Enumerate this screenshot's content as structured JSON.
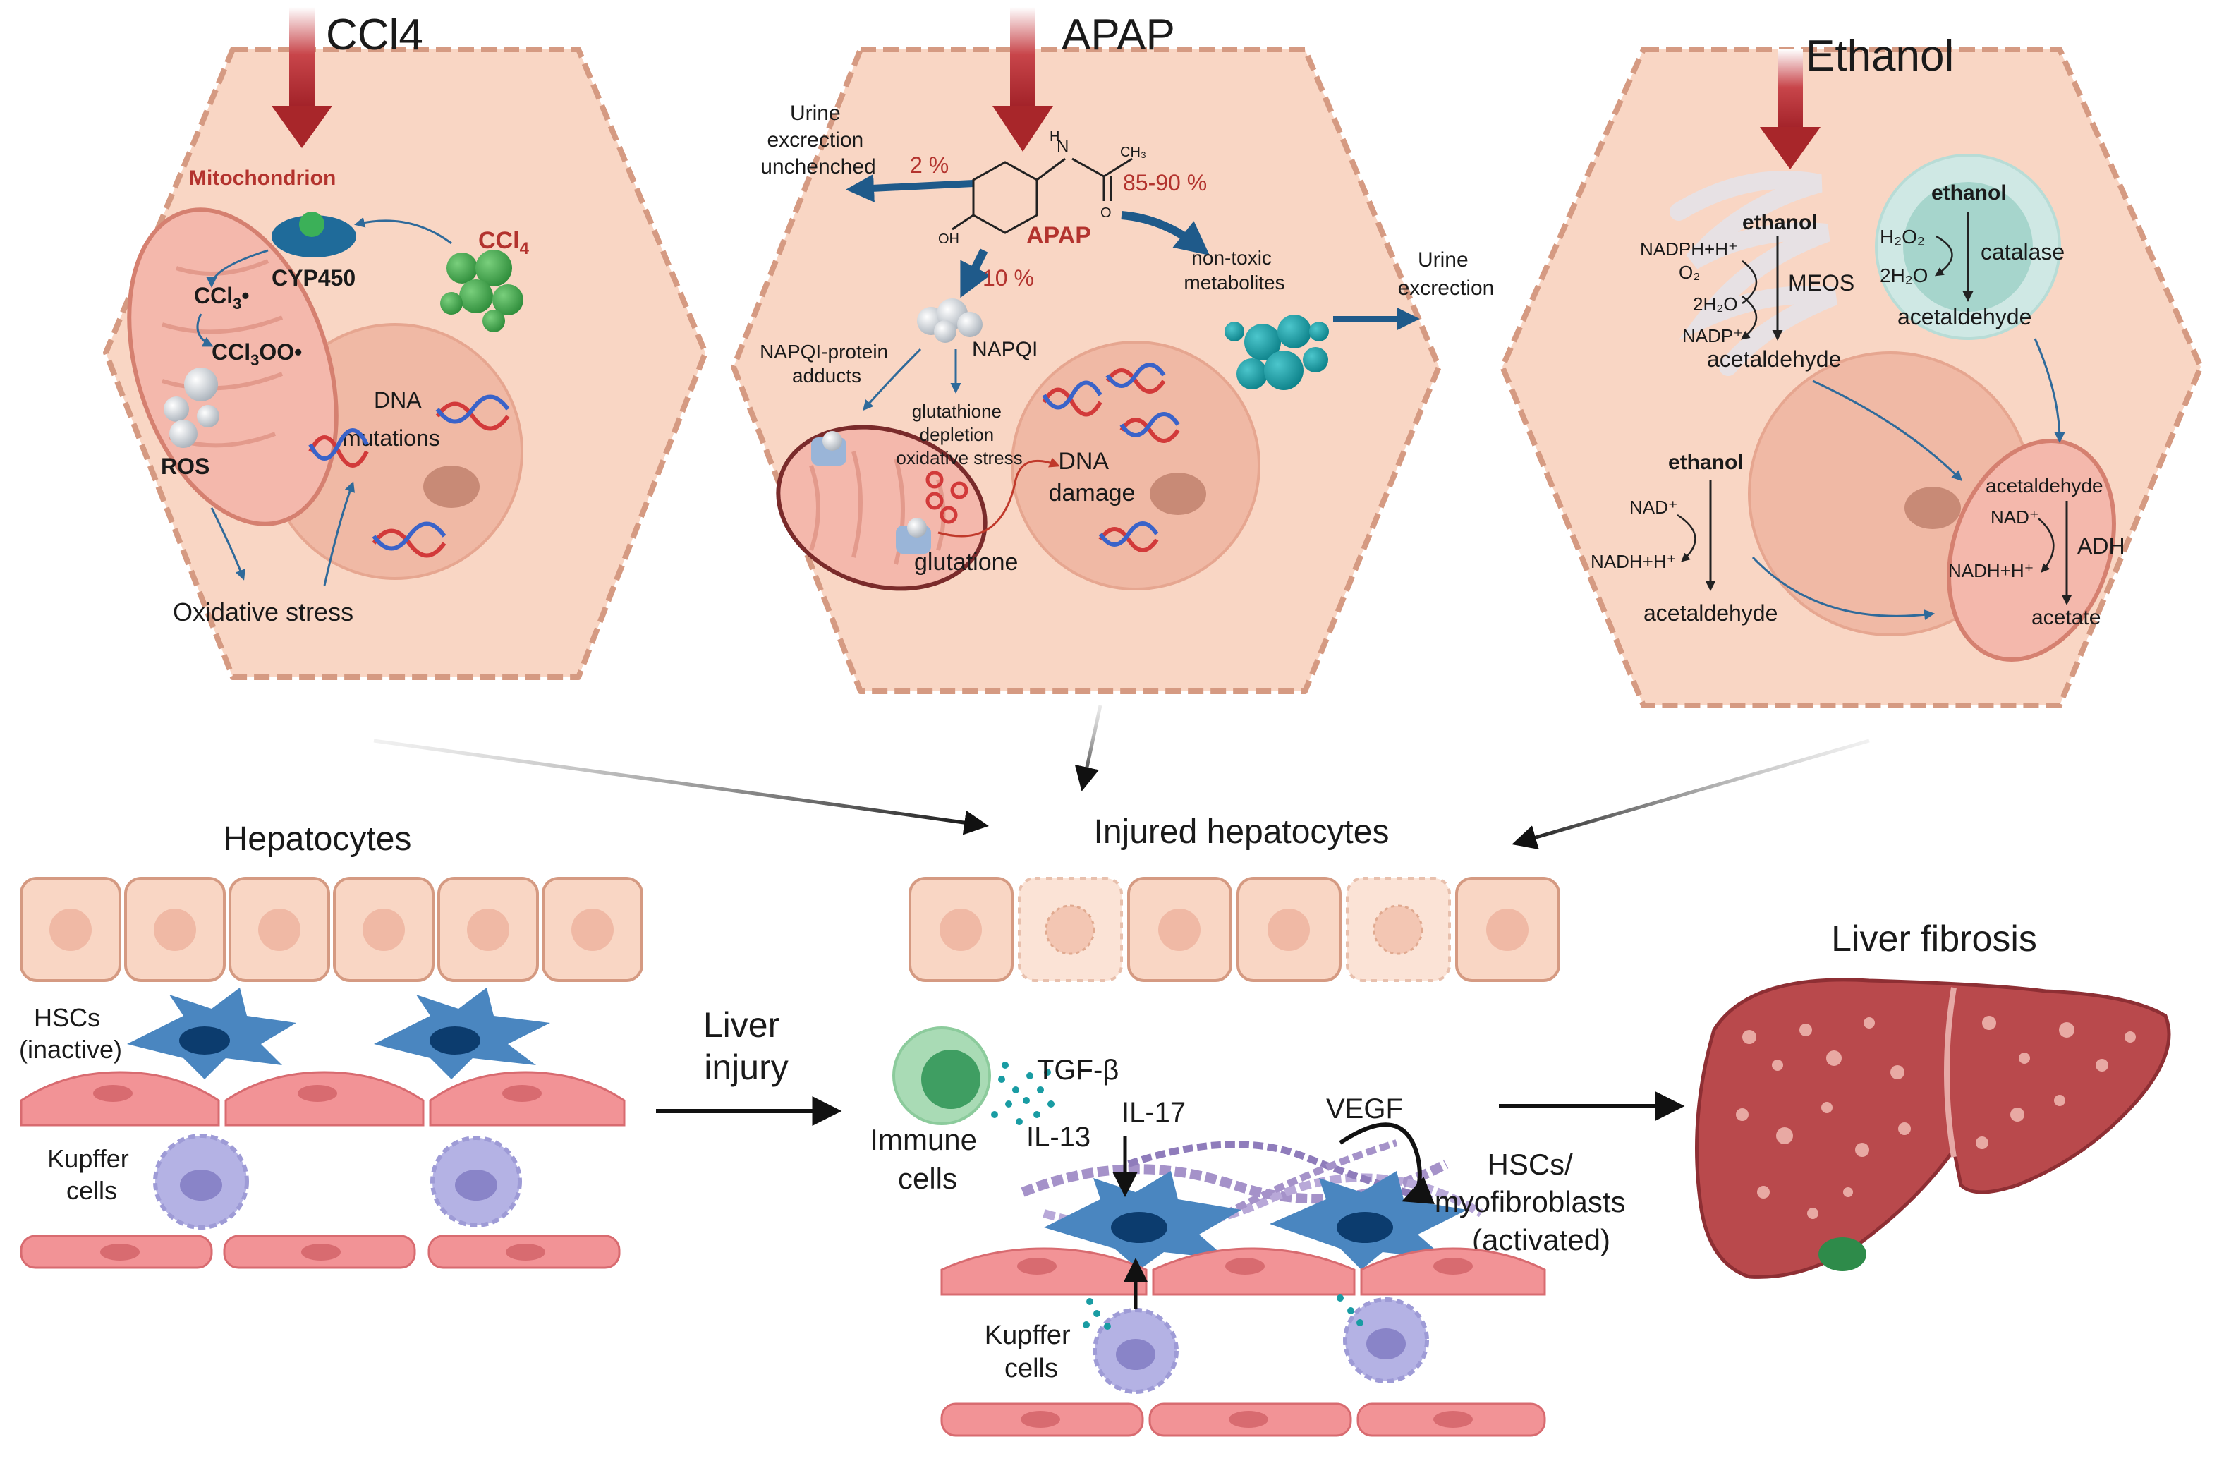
{
  "colors": {
    "cell_fill": "#f9d6c4",
    "cell_stroke": "#d59a82",
    "nucleus_fill": "#f0b9a5",
    "mito_fill": "#f4b8ac",
    "arrow_red": "#a8262a",
    "text_red": "#b3332e",
    "flow_blue": "#2f6a9a",
    "hsc_blue": "#4a86c0",
    "kupffer_purple": "#b4b2e4",
    "endothelial_pink": "#f29396",
    "liver_red": "#b9494c",
    "immune_green": "#7dc79a",
    "virus_teal": "#199ca3",
    "drug_green": "#48a552"
  },
  "panels": {
    "ccl4": {
      "title": "CCl4",
      "mitochondrion": "Mitochondrion",
      "ccl4_label": "CCl",
      "ccl4_sub": "4",
      "cyp450": "CYP450",
      "ccl3": "CCl",
      "ccl3_sub": "3",
      "ccl3_dot": "•",
      "ccl3oo": "CCl",
      "ccl3oo_sub": "3",
      "ccl3oo_tail": "OO•",
      "ros": "ROS",
      "dna": "DNA",
      "mutations": "mutations",
      "oxidative_stress": "Oxidative stress"
    },
    "apap": {
      "title": "APAP",
      "urine_excretion_unchenched": [
        "Urine",
        "excrection",
        "unchenched"
      ],
      "pct_2": "2 %",
      "pct_85_90": "85-90 %",
      "pct_10": "10 %",
      "apap_label": "APAP",
      "nh": "N",
      "h": "H",
      "ch3": "CH₃",
      "o": "O",
      "oh": "OH",
      "non_toxic": [
        "non-toxic",
        "metabolites"
      ],
      "urine_excretion": [
        "Urine",
        "excrection"
      ],
      "napqi": "NAPQI",
      "napqi_adducts": [
        "NAPQI-protein",
        "adducts"
      ],
      "glutathione_depletion": [
        "glutathione",
        "depletion",
        "oxidative stress"
      ],
      "dna_damage": [
        "DNA",
        "damage"
      ],
      "glutatione": "glutatione"
    },
    "ethanol": {
      "title": "Ethanol",
      "ethanol_1": "ethanol",
      "ethanol_2": "ethanol",
      "ethanol_3": "ethanol",
      "nadph": "NADPH+H⁺",
      "o2": "O₂",
      "two_h2o_a": "2H₂O",
      "nadp": "NADP⁺",
      "meos": "MEOS",
      "acetaldehyde_1": "acetaldehyde",
      "h2o2": "H₂O₂",
      "two_h2o_b": "2H₂O",
      "catalase": "catalase",
      "acetaldehyde_2": "acetaldehyde",
      "nad_1": "NAD⁺",
      "nadh_1": "NADH+H⁺",
      "acetaldehyde_3": "acetaldehyde",
      "acetaldehyde_4": "acetaldehyde",
      "nad_2": "NAD⁺",
      "adh": "ADH",
      "nadh_2": "NADH+H⁺",
      "acetate": "acetate"
    }
  },
  "bottom": {
    "hepatocytes": "Hepatocytes",
    "hscs_inactive": [
      "HSCs",
      "(inactive)"
    ],
    "kupffer_cells": [
      "Kupffer",
      "cells"
    ],
    "liver_injury": [
      "Liver",
      "injury"
    ],
    "injured_hepatocytes": "Injured hepatocytes",
    "immune_cells": [
      "Immune",
      "cells"
    ],
    "tgf_beta": "TGF-β",
    "il_13": "IL-13",
    "il_17": "IL-17",
    "vegf": "VEGF",
    "hscs_activated": [
      "HSCs/",
      "myofibroblasts",
      "(activated)"
    ],
    "kupffer_cells_2": [
      "Kupffer",
      "cells"
    ],
    "liver_fibrosis": "Liver fibrosis"
  }
}
